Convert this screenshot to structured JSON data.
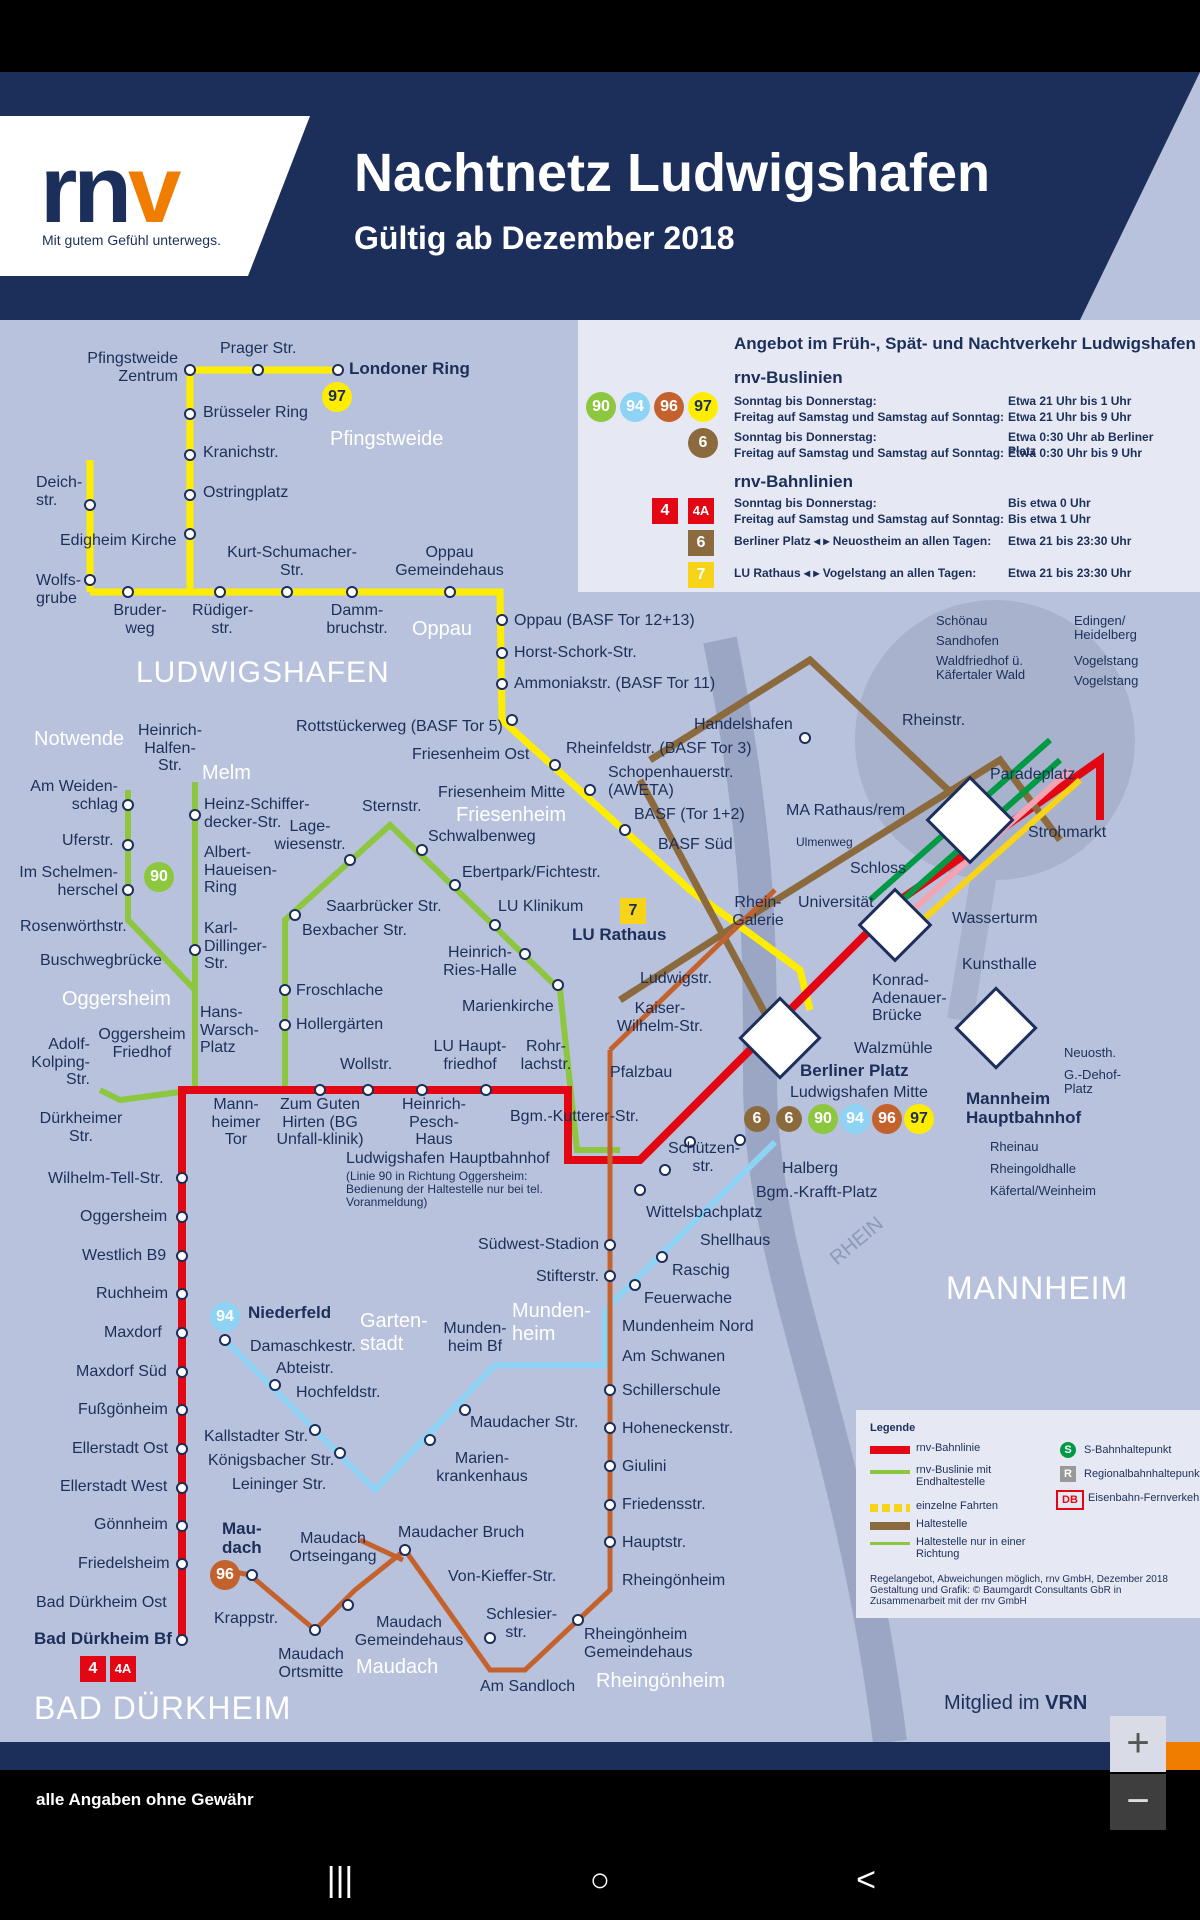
{
  "header": {
    "logo": "rnv",
    "slogan": "Mit gutem Gefühl unterwegs.",
    "title": "Nachtnetz Ludwigshafen",
    "subtitle": "Gültig ab Dezember 2018"
  },
  "info": {
    "heading": "Angebot im Früh-, Spät- und Nachtverkehr Ludwigshafen",
    "bus_heading": "rnv-Buslinien",
    "bus_rows": [
      {
        "left": "Sonntag bis Donnerstag:",
        "right": "Etwa 21 Uhr bis 1 Uhr"
      },
      {
        "left": "Freitag auf Samstag und Samstag auf Sonntag:",
        "right": "Etwa 21 Uhr bis 9 Uhr"
      },
      {
        "left": "Sonntag bis Donnerstag:",
        "right": "Etwa 0:30 Uhr ab Berliner Platz"
      },
      {
        "left": "Freitag auf Samstag und Samstag auf Sonntag:",
        "right": "Etwa 0:30 Uhr bis 9 Uhr"
      }
    ],
    "rail_heading": "rnv-Bahnlinien",
    "rail_rows": [
      {
        "left": "Sonntag bis Donnerstag:",
        "right": "Bis etwa 0 Uhr"
      },
      {
        "left": "Freitag auf Samstag und Samstag auf Sonntag:",
        "right": "Bis etwa 1 Uhr"
      },
      {
        "left": "Berliner Platz ◂ ▸ Neuostheim an allen Tagen:",
        "right": "Etwa 21 bis 23:30 Uhr"
      },
      {
        "left": "LU Rathaus ◂ ▸ Vogelstang an allen Tagen:",
        "right": "Etwa 21 bis 23:30 Uhr"
      }
    ],
    "bus_lines": [
      "90",
      "94",
      "96",
      "97"
    ],
    "line6": "6",
    "line4": "4",
    "line4a": "4A",
    "line7": "7"
  },
  "colors": {
    "navy": "#1c2f5a",
    "rail_red": "#e30613",
    "line90": "#8dc63f",
    "line94": "#8ed3f4",
    "line96": "#c4622d",
    "line97": "#ffed00",
    "line6": "#8b6b3e",
    "line7": "#f7d417",
    "orange": "#f07c00"
  },
  "map": {
    "cities": [
      "LUDWIGSHAFEN",
      "MANNHEIM",
      "BAD DÜRKHEIM"
    ],
    "areas": [
      "Pfingstweide",
      "Oppau",
      "Notwende",
      "Melm",
      "Friesenheim",
      "Oggersheim",
      "Garten-stadt",
      "Munden-heim",
      "Maudach",
      "Rheingönheim"
    ],
    "river": "RHEIN",
    "stops_97": [
      "Pfingstweide Zentrum",
      "Prager Str.",
      "Londoner Ring",
      "Brüsseler Ring",
      "Kranichstr.",
      "Ostringplatz",
      "Deich-str.",
      "Edigheim Kirche",
      "Wolfs-grube",
      "Bruder-weg",
      "Rüdiger-str.",
      "Kurt-Schumacher-Str.",
      "Damm-bruchstr.",
      "Oppau Gemeindehaus",
      "Oppau (BASF Tor 12+13)",
      "Horst-Schork-Str.",
      "Ammoniakstr. (BASF Tor 11)",
      "Rottstückerweg (BASF Tor 5)",
      "Friesenheim Ost",
      "Rheinfeldstr. (BASF Tor 3)",
      "Schopenhauerstr. (AWETA)",
      "BASF (Tor 1+2)",
      "BASF Süd"
    ],
    "stops_90": [
      "Heinrich-Halfen-Str.",
      "Am Weiden-schlag",
      "Heinz-Schiffer-decker-Str.",
      "Uferstr.",
      "Albert-Haueisen-Ring",
      "Im Schelmen-herschel",
      "Rosenwörthstr.",
      "Karl-Dillinger-Str.",
      "Buschwegbrücke",
      "Hans-Warsch-Platz",
      "Oggersheim Friedhof",
      "Adolf-Kolping-Str.",
      "Dürkheimer Str.",
      "Lage-wiesenstr.",
      "Sternstr.",
      "Friesenheim Mitte",
      "Schwalbenweg",
      "Ebertpark/Fichtestr.",
      "Saarbrücker Str.",
      "Bexbacher Str.",
      "LU Klinikum",
      "Heinrich-Ries-Halle",
      "Marienkirche",
      "Froschlache",
      "Hollergärten"
    ],
    "stops_rail": [
      "Mann-heimer Tor",
      "Wollstr.",
      "Zum Guten Hirten (BG Unfall-klinik)",
      "Heinrich-Pesch-Haus",
      "LU Haupt-friedhof",
      "Rohr-lachstr.",
      "Bgm.-Kutterer-Str.",
      "Wilhelm-Tell-Str.",
      "Oggersheim",
      "Westlich B9",
      "Ruchheim",
      "Maxdorf",
      "Maxdorf Süd",
      "Fußgönheim",
      "Ellerstadt Ost",
      "Ellerstadt West",
      "Gönnheim",
      "Friedelsheim",
      "Bad Dürkheim Ost",
      "Bad Dürkheim Bf"
    ],
    "stops_center": [
      "Handelshafen",
      "Rheinstr.",
      "Paradeplatz",
      "Strohmarkt",
      "MA Rathaus/rem",
      "Ulmenweg",
      "Schloss",
      "Universität",
      "Rhein-Galerie",
      "Wasserturm",
      "Kunsthalle",
      "LU Rathaus",
      "Ludwigstr.",
      "Kaiser-Wilhelm-Str.",
      "Pfalzbau",
      "Konrad-Adenauer-Brücke",
      "Walzmühle",
      "Berliner Platz",
      "Ludwigshafen Mitte",
      "Mannheim Hauptbahnhof",
      "Ludwigshafen Hauptbahnhof"
    ],
    "stops_94": [
      "Niederfeld",
      "Damaschkestr.",
      "Abteistr.",
      "Hochfeldstr.",
      "Kallstadter Str.",
      "Königsbacher Str.",
      "Leininger Str.",
      "Marien-krankenhaus",
      "Maudacher Str.",
      "Munden-heim Bf",
      "Am Schwanen",
      "Mundenheim Nord",
      "Feuerwache",
      "Raschig",
      "Shellhaus",
      "Wittelsbachplatz",
      "Bgm.-Krafft-Platz",
      "Halberg"
    ],
    "stops_96": [
      "Schützen-str.",
      "Südwest-Stadion",
      "Stifterstr.",
      "Schillerschule",
      "Hoheneckenstr.",
      "Giulini",
      "Friedensstr.",
      "Hauptstr.",
      "Rheingönheim",
      "Rheingönheim Gemeindehaus",
      "Am Sandloch",
      "Schlesier-str.",
      "Von-Kieffer-Str.",
      "Maudacher Bruch",
      "Maudach Gemeindehaus",
      "Maudach Ortsmitte",
      "Maudach Ortseingang",
      "Krappstr.",
      "Mau-dach"
    ],
    "mannheim_destinations": [
      "Schönau",
      "Sandhofen",
      "Waldfriedhof ü. Käfertaler Wald",
      "Edingen/ Heidelberg",
      "Vogelstang",
      "Vogelstang",
      "Neuosth.",
      "G.-Dehof-Platz",
      "Rheinau",
      "Rheingoldhalle",
      "Käfertal/Weinheim"
    ],
    "hbf_note": "(Linie 90 in Richtung Oggersheim: Bedienung der Haltestelle nur bei tel. Voranmeldung)"
  },
  "legend": {
    "title": "Legende",
    "items": [
      "rnv-Bahnlinie",
      "rnv-Buslinie mit Endhaltestelle",
      "einzelne Fahrten",
      "Haltestelle",
      "Haltestelle nur in einer Richtung",
      "S-Bahnhaltepunkt",
      "Regionalbahnhaltepunkt",
      "Eisenbahn-Fernverkehr"
    ],
    "footer": "Regelangebot, Abweichungen möglich, rnv GmbH, Dezember 2018 Gestaltung und Grafik: © Baumgardt Consultants GbR in Zusammenarbeit mit der rnv GmbH"
  },
  "vrn": {
    "prefix": "Mitglied im",
    "brand": "VRN"
  },
  "footer": {
    "disclaimer": "alle Angaben ohne Gewähr",
    "zoom_in": "+",
    "zoom_out": "−"
  },
  "navbar": {
    "recents": "|||",
    "home": "○",
    "back": "<"
  }
}
